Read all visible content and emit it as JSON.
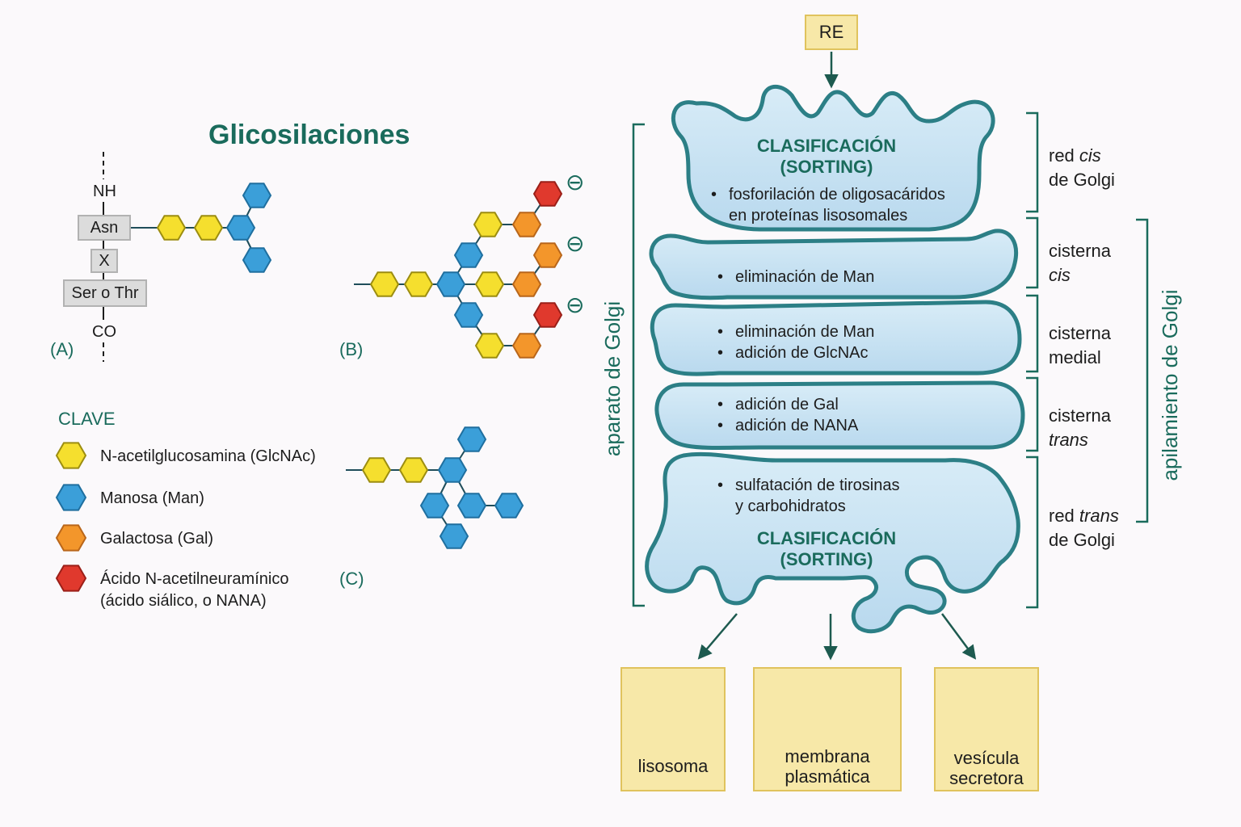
{
  "title": "Glicosilaciones",
  "panel_a": {
    "nh": "NH",
    "asn": "Asn",
    "x": "X",
    "ser_thr": "Ser o Thr",
    "co": "CO",
    "label": "(A)"
  },
  "panel_b": {
    "label": "(B)",
    "charge": "⊖"
  },
  "panel_c": {
    "label": "(C)"
  },
  "key": {
    "title": "CLAVE",
    "items": [
      {
        "label": "N-acetilglucosamina (GlcNAc)",
        "color": "#f5df2e"
      },
      {
        "label": "Manosa (Man)",
        "color": "#3b9fd9"
      },
      {
        "label": "Galactosa (Gal)",
        "color": "#f3962b"
      },
      {
        "label": "Ácido N-acetilneuramínico",
        "label2": "(ácido siálico, o NANA)",
        "color": "#e0392d"
      }
    ]
  },
  "golgi": {
    "re": "RE",
    "cis_network": {
      "sorting_1": "CLASIFICACIÓN",
      "sorting_2": "(SORTING)",
      "text_1": "fosforilación de oligosacáridos",
      "text_2": "en proteínas lisosomales"
    },
    "cis_cisterna": {
      "text_1": "eliminación de Man"
    },
    "medial_cisterna": {
      "text_1": "eliminación de Man",
      "text_2": "adición de GlcNAc"
    },
    "trans_cisterna": {
      "text_1": "adición de Gal",
      "text_2": "adición de NANA"
    },
    "trans_network": {
      "text_1": "sulfatación de tirosinas",
      "text_2": "y carbohidratos",
      "sorting_1": "CLASIFICACIÓN",
      "sorting_2": "(SORTING)"
    },
    "bullet": "•",
    "side_labels": {
      "red_cis_1": "red ",
      "red_cis_2": "cis",
      "red_cis_3": "de Golgi",
      "cisterna_cis_1": "cisterna",
      "cisterna_cis_2": "cis",
      "cisterna_medial_1": "cisterna",
      "cisterna_medial_2": "medial",
      "cisterna_trans_1": "cisterna",
      "cisterna_trans_2": "trans",
      "red_trans_1": "red ",
      "red_trans_2": "trans",
      "red_trans_3": "de Golgi"
    },
    "aparato": "aparato de Golgi",
    "apilamiento": "apilamiento de Golgi",
    "destinations": [
      {
        "label": "lisosoma"
      },
      {
        "label": "membrana",
        "label2": "plasmática"
      },
      {
        "label": "vesícula",
        "label2": "secretora"
      }
    ]
  },
  "colors": {
    "accent": "#1a6b5c",
    "glcnac": "#f5df2e",
    "man": "#3b9fd9",
    "gal": "#f3962b",
    "nana": "#e0392d",
    "cisterna_fill": "#c6e1f1",
    "cisterna_edge": "#2c7f86",
    "dest_fill": "#f7e8a8"
  }
}
